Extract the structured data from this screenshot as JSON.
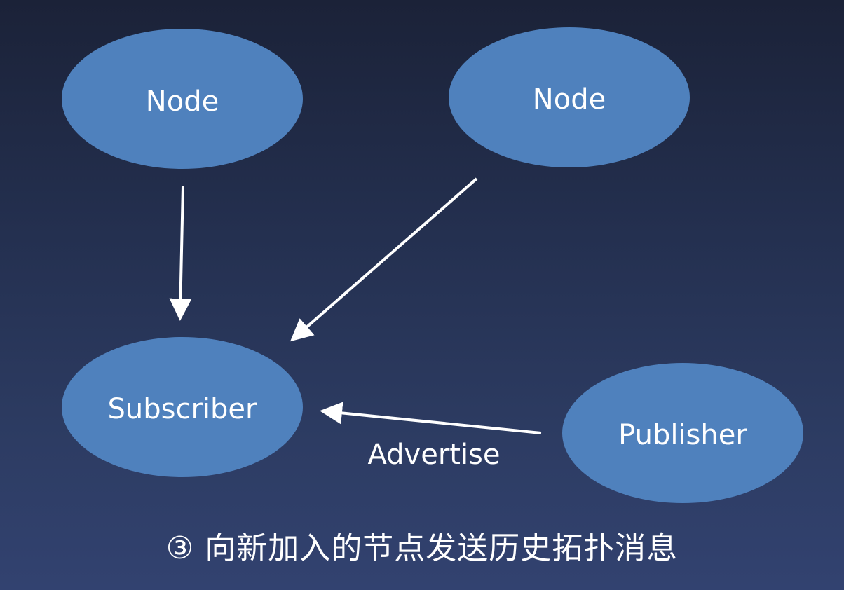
{
  "diagram": {
    "colors": {
      "node_fill": "#4f81bd",
      "text": "#ffffff",
      "arrow": "#ffffff"
    },
    "nodes": [
      {
        "id": "node-1",
        "label": "Node"
      },
      {
        "id": "node-2",
        "label": "Node"
      },
      {
        "id": "subscriber",
        "label": "Subscriber"
      },
      {
        "id": "publisher",
        "label": "Publisher"
      }
    ],
    "edges": [
      {
        "from": "node-1",
        "to": "subscriber",
        "label": ""
      },
      {
        "from": "node-2",
        "to": "subscriber",
        "label": ""
      },
      {
        "from": "publisher",
        "to": "subscriber",
        "label": "Advertise"
      }
    ]
  },
  "caption": {
    "text": "③ 向新加入的节点发送历史拓扑消息"
  }
}
